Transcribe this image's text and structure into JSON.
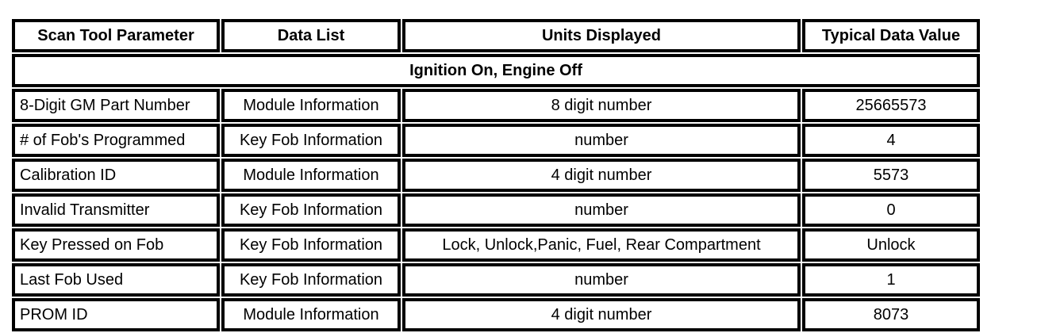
{
  "table": {
    "colors": {
      "border": "#000000",
      "background": "#ffffff",
      "text": "#000000"
    },
    "headers": {
      "parameter": "Scan Tool Parameter",
      "data_list": "Data List",
      "units": "Units Displayed",
      "value": "Typical Data Value"
    },
    "section_title": "Ignition On, Engine Off",
    "rows": [
      {
        "parameter": "8-Digit GM Part Number",
        "data_list": "Module Information",
        "units": "8 digit number",
        "value": "25665573"
      },
      {
        "parameter": "# of Fob's Programmed",
        "data_list": "Key Fob Information",
        "units": "number",
        "value": "4"
      },
      {
        "parameter": "Calibration ID",
        "data_list": "Module Information",
        "units": "4 digit number",
        "value": "5573"
      },
      {
        "parameter": "Invalid Transmitter",
        "data_list": "Key Fob Information",
        "units": "number",
        "value": "0"
      },
      {
        "parameter": "Key Pressed on Fob",
        "data_list": "Key Fob Information",
        "units": "Lock, Unlock,Panic, Fuel, Rear Compartment",
        "value": "Unlock"
      },
      {
        "parameter": "Last Fob Used",
        "data_list": "Key Fob Information",
        "units": "number",
        "value": "1"
      },
      {
        "parameter": "PROM ID",
        "data_list": "Module Information",
        "units": "4 digit number",
        "value": "8073"
      }
    ]
  }
}
